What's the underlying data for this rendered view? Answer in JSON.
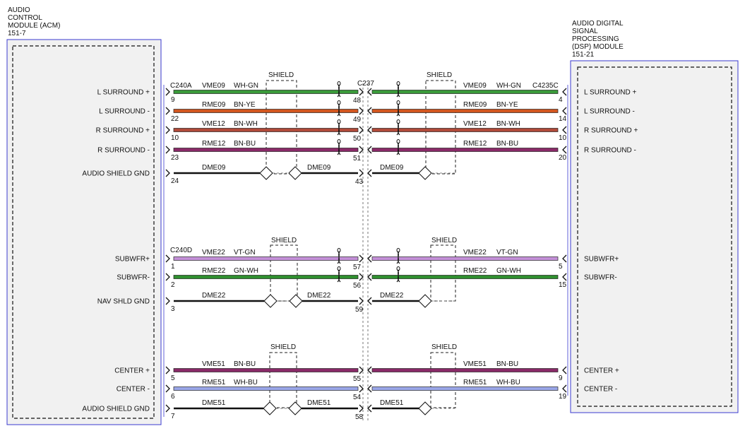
{
  "left_module": {
    "title_lines": [
      "AUDIO",
      "CONTROL",
      "MODULE (ACM)",
      "151-7"
    ],
    "pins": [
      {
        "label": "L SURROUND +"
      },
      {
        "label": "L SURROUND -"
      },
      {
        "label": "R SURROUND +"
      },
      {
        "label": "R SURROUND -"
      },
      {
        "label": "AUDIO SHIELD GND"
      },
      {
        "label": "SUBWFR+"
      },
      {
        "label": "SUBWFR-"
      },
      {
        "label": "NAV SHLD GND"
      },
      {
        "label": "CENTER +"
      },
      {
        "label": "CENTER -"
      },
      {
        "label": "AUDIO SHIELD GND"
      }
    ]
  },
  "right_module": {
    "title_lines": [
      "AUDIO DIGITAL",
      "SIGNAL",
      "PROCESSING",
      "(DSP) MODULE",
      "151-21"
    ],
    "pins": [
      {
        "label": "L SURROUND +"
      },
      {
        "label": "L SURROUND -"
      },
      {
        "label": "R SURROUND +"
      },
      {
        "label": "R SURROUND -"
      },
      {
        "label": "SUBWFR+"
      },
      {
        "label": "SUBWFR-"
      },
      {
        "label": "CENTER +"
      },
      {
        "label": "CENTER -"
      }
    ]
  },
  "connectors": {
    "left_group1": "C240A",
    "left_group2": "C240D",
    "inline": "C237",
    "right": "C4235C"
  },
  "shield_label": "SHIELD",
  "wire_colors": {
    "WH-GN": "#3a9a3a",
    "BN-YE": "#d2561f",
    "BN-WH": "#b04a3a",
    "BN-BU": "#8a2a68",
    "VT-GN": "#c490d8",
    "GN-WH": "#2f8f2f",
    "WH-BU": "#9aa6e8",
    "BLACK": "#111111"
  },
  "circuits": [
    {
      "id": "l_surr_pos",
      "left_pin": "9",
      "inline_pin": "48",
      "right_pin": "4",
      "circuit": "VME09",
      "color_code": "WH-GN",
      "twisted": true
    },
    {
      "id": "l_surr_neg",
      "left_pin": "22",
      "inline_pin": "49",
      "right_pin": "14",
      "circuit": "RME09",
      "color_code": "BN-YE",
      "twisted": true
    },
    {
      "id": "r_surr_pos",
      "left_pin": "10",
      "inline_pin": "50",
      "right_pin": "10",
      "circuit": "VME12",
      "color_code": "BN-WH",
      "twisted": true
    },
    {
      "id": "r_surr_neg",
      "left_pin": "23",
      "inline_pin": "51",
      "right_pin": "20",
      "circuit": "RME12",
      "color_code": "BN-BU",
      "twisted": true
    },
    {
      "id": "shield_gnd1",
      "left_pin": "24",
      "inline_pin": "43",
      "circuit": "DME09",
      "color_code": "BLACK",
      "ground": true
    },
    {
      "id": "subwfr_pos",
      "left_pin": "1",
      "inline_pin": "57",
      "right_pin": "5",
      "circuit": "VME22",
      "color_code": "VT-GN",
      "twisted": true
    },
    {
      "id": "subwfr_neg",
      "left_pin": "2",
      "inline_pin": "56",
      "right_pin": "15",
      "circuit": "RME22",
      "color_code": "GN-WH",
      "twisted": true
    },
    {
      "id": "shield_gnd2",
      "left_pin": "3",
      "inline_pin": "59",
      "circuit": "DME22",
      "color_code": "BLACK",
      "ground": true
    },
    {
      "id": "center_pos",
      "left_pin": "5",
      "inline_pin": "55",
      "right_pin": "9",
      "circuit": "VME51",
      "color_code": "BN-BU"
    },
    {
      "id": "center_neg",
      "left_pin": "6",
      "inline_pin": "54",
      "right_pin": "19",
      "circuit": "RME51",
      "color_code": "WH-BU"
    },
    {
      "id": "shield_gnd3",
      "left_pin": "7",
      "inline_pin": "58",
      "circuit": "DME51",
      "color_code": "BLACK",
      "ground": true
    }
  ]
}
